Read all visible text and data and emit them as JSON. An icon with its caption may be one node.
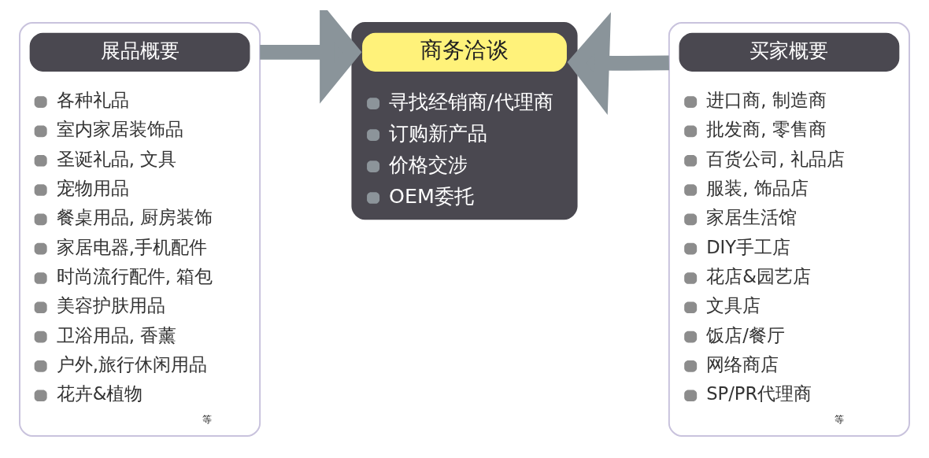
{
  "diagram": {
    "nodes": [
      {
        "text": [
          "各种礼品",
          "室内家居装饰品",
          "圣诞礼品, 文具",
          "宠物用品",
          "餐桌用品, 厨房装饰",
          "家居电器,手机配件",
          "时尚流行配件, 箱包",
          "美容护肤用品",
          "卫浴用品, 香薰",
          "户外,旅行休闲用品",
          "花卉&植物",
          "等"
        ]
      },
      {
        "text": [
          "展品概要"
        ],
        "in": 0
      },
      {
        "text": [
          "寻找经销商/代理商",
          "订购新产品",
          "价格交涉",
          "OEM委托"
        ]
      },
      {
        "text": [
          "商务洽谈"
        ],
        "in": 2
      },
      {
        "text": [
          "进口商, 制造商",
          "批发商, 零售商",
          "百货公司, 礼品店",
          "服装, 饰品店",
          "家居生活馆",
          "DIY手工店",
          "花店&园艺店",
          "文具店",
          "饭店/餐厅",
          "网络商店",
          "SP/PR代理商",
          "等"
        ]
      },
      {
        "text": [
          "买家概要"
        ],
        "in": 4
      }
    ],
    "edges": [
      {
        "from": 0,
        "to": 2,
        "arrow": "to"
      },
      {
        "from": 4,
        "to": 2,
        "arrow": "to"
      }
    ]
  }
}
